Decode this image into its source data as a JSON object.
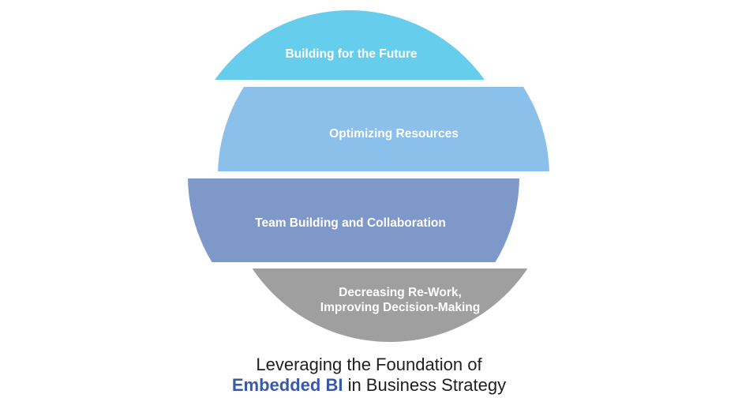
{
  "diagram": {
    "bands": [
      {
        "id": "band-1",
        "lines": [
          "Building for the Future"
        ],
        "color": "#67cdec"
      },
      {
        "id": "band-2",
        "lines": [
          "Optimizing Resources"
        ],
        "color": "#8bc0ea"
      },
      {
        "id": "band-3",
        "lines": [
          "Team Building and Collaboration"
        ],
        "color": "#7e98c9"
      },
      {
        "id": "band-4",
        "lines": [
          "Decreasing Re-Work,",
          "Improving Decision-Making"
        ],
        "color": "#9f9f9f"
      }
    ]
  },
  "caption": {
    "line1": "Leveraging the Foundation of",
    "emphasis": "Embedded BI",
    "emphasis_color": "#3b5aa6",
    "rest": " in Business Strategy"
  }
}
